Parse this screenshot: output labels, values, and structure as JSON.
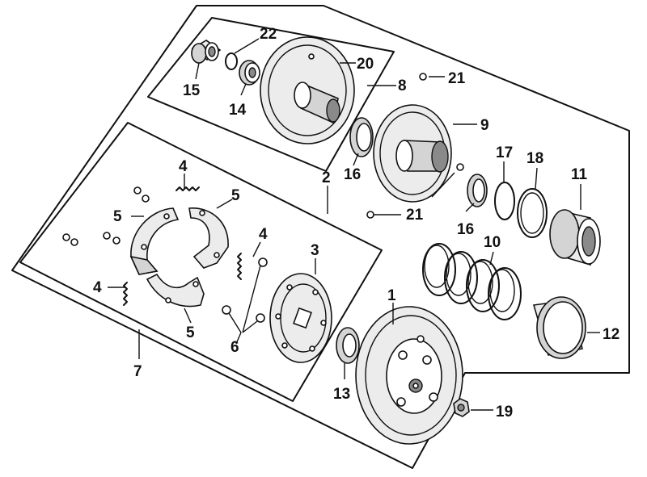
{
  "callouts": {
    "c1": "1",
    "c2": "2",
    "c3": "3",
    "c4a": "4",
    "c4b": "4",
    "c4c": "4",
    "c5a": "5",
    "c5b": "5",
    "c5c": "5",
    "c6": "6",
    "c7": "7",
    "c8": "8",
    "c9": "9",
    "c10": "10",
    "c11": "11",
    "c12": "12",
    "c13": "13",
    "c14": "14",
    "c15": "15",
    "c16a": "16",
    "c16b": "16",
    "c17": "17",
    "c18": "18",
    "c19": "19",
    "c20": "20",
    "c21a": "21",
    "c21b": "21",
    "c22": "22"
  },
  "colors": {
    "ink": "#111111",
    "background": "#ffffff",
    "shade": "#d4d4d4"
  }
}
